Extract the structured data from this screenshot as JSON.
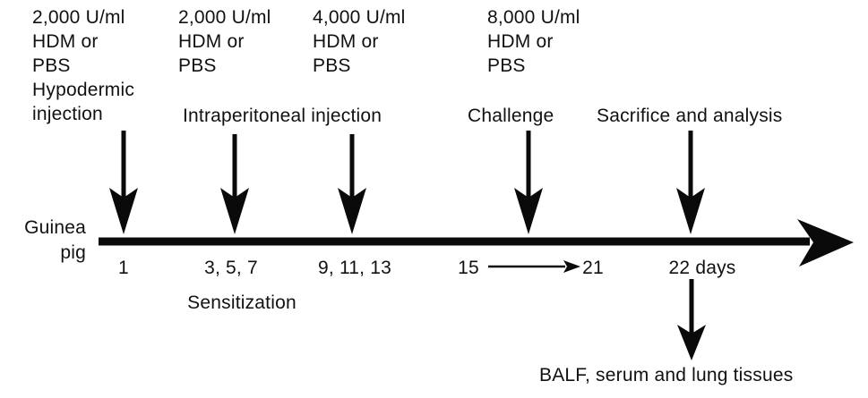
{
  "colors": {
    "ink": "#0a0a0a",
    "background": "#ffffff"
  },
  "subject": {
    "line1": "Guinea",
    "line2": "pig"
  },
  "doses": [
    {
      "amount": "2,000 U/ml",
      "agent": "HDM or",
      "vehicle": "PBS",
      "route1": "Hypodermic",
      "route2": "injection"
    },
    {
      "amount": "2,000 U/ml",
      "agent": "HDM or",
      "vehicle": "PBS"
    },
    {
      "amount": "4,000 U/ml",
      "agent": "HDM or",
      "vehicle": "PBS"
    },
    {
      "amount": "8,000 U/ml",
      "agent": "HDM or",
      "vehicle": "PBS"
    }
  ],
  "procedures": {
    "intraperitoneal": "Intraperitoneal injection",
    "challenge": "Challenge",
    "sacrifice": "Sacrifice and analysis"
  },
  "timeline": {
    "day1": "1",
    "days357": "3, 5, 7",
    "days91113": "9, 11, 13",
    "day15": "15",
    "day21": "21",
    "day22": "22 days",
    "phase": "Sensitization",
    "outcome": "BALF, serum and lung tissues"
  }
}
